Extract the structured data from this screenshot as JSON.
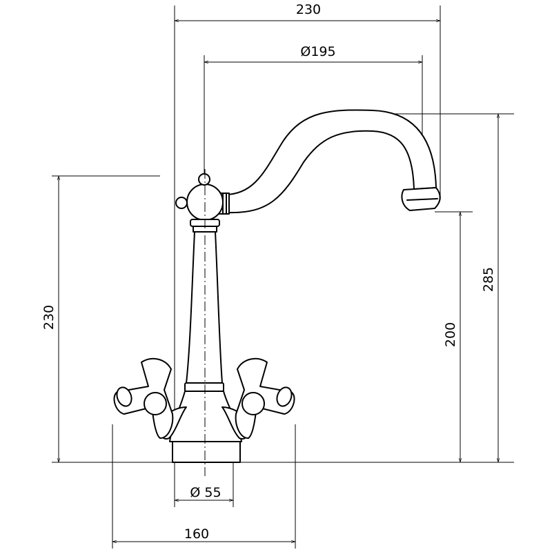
{
  "drawing": {
    "dimensions": {
      "top_width": "230",
      "spout_reach": "Ø195",
      "body_height": "230",
      "total_height": "285",
      "spout_height": "200",
      "base_diameter": "Ø 55",
      "handle_span": "160"
    },
    "line_color": "#000000",
    "background": "#ffffff"
  }
}
